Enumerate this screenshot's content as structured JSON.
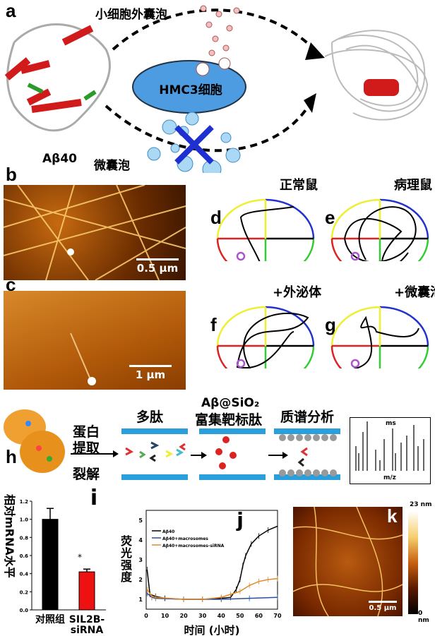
{
  "colors": {
    "cell": "#4d9be0",
    "helix": "#d11a1a",
    "xmark": "#2030d0",
    "band": "#2a9fdc"
  },
  "panel_a": {
    "letter": "a",
    "small_ev": "小细胞外囊泡",
    "cell": "HMC3细胞",
    "peptide": "Aβ40",
    "microvesicle": "微囊泡"
  },
  "panel_b": {
    "letter": "b",
    "scale": "0.5 μm"
  },
  "panel_c": {
    "letter": "c",
    "scale": "1 μm"
  },
  "maze": [
    {
      "letter": "d",
      "title": "正常鼠"
    },
    {
      "letter": "e",
      "title": "病理鼠"
    },
    {
      "letter": "f",
      "title": "+外泌体"
    },
    {
      "letter": "g",
      "title": "+微囊泡"
    }
  ],
  "panel_h": {
    "letter": "h",
    "step1a": "蛋白",
    "step1b": "提取",
    "step1c": "裂解",
    "stage1": "多肽",
    "stage2a": "Aβ@SiO₂",
    "stage2b": "富集靶标肽",
    "stage3": "质谱分析",
    "ms_title": "ms",
    "ms_x": "m/z"
  },
  "panel_k": {
    "letter": "k",
    "scale": "0.5 μm",
    "cmax": "23 nm",
    "cmin": "0 nm"
  },
  "chart_data": [
    {
      "type": "bar",
      "letter": "i",
      "categories": [
        "对照组",
        "SIL2B-siRNA"
      ],
      "values": [
        1.0,
        0.42
      ],
      "errors": [
        0.12,
        0.03
      ],
      "colors": [
        "#000000",
        "#ee1111"
      ],
      "ylabel": "相对mRNA水平",
      "ylim": [
        0,
        1.2
      ],
      "yticks": [
        "0.0",
        "0.2",
        "0.4",
        "0.6",
        "0.8",
        "1.0",
        "1.2"
      ],
      "annotation": "*"
    },
    {
      "type": "line",
      "letter": "j",
      "xlabel": "时间 (小时)",
      "ylabel": "荧光强度",
      "xlim": [
        0,
        70
      ],
      "ylim": [
        0.5,
        5.5
      ],
      "xticks": [
        "0",
        "10",
        "20",
        "30",
        "40",
        "50",
        "60",
        "70"
      ],
      "yticks": [
        "1",
        "2",
        "3",
        "4",
        "5"
      ],
      "legend": "top-left",
      "series": [
        {
          "name": "Aβ40",
          "color": "#000000",
          "x": [
            0.5,
            2,
            5,
            10,
            20,
            30,
            40,
            45,
            48,
            50,
            51.5,
            53,
            56,
            60,
            65,
            70
          ],
          "y": [
            2.5,
            1.25,
            1.15,
            1.05,
            1.0,
            1.0,
            1.05,
            1.1,
            1.5,
            2.0,
            2.7,
            3.2,
            3.8,
            4.2,
            4.5,
            4.7
          ]
        },
        {
          "name": "Aβ40+macrosomes",
          "color": "#2a4fa0",
          "x": [
            0.5,
            3,
            5,
            20,
            40,
            55,
            70
          ],
          "y": [
            1.3,
            1.1,
            1.05,
            1.0,
            1.0,
            1.05,
            1.1
          ]
        },
        {
          "name": "Aβ40+macrosomes-siRNA",
          "color": "#e08a2a",
          "x": [
            0.5,
            3,
            5,
            20,
            30,
            40,
            45,
            50,
            55,
            60,
            65,
            70
          ],
          "y": [
            1.5,
            1.15,
            1.1,
            1.0,
            1.0,
            1.1,
            1.25,
            1.4,
            1.7,
            1.9,
            2.0,
            2.05
          ]
        }
      ]
    }
  ]
}
